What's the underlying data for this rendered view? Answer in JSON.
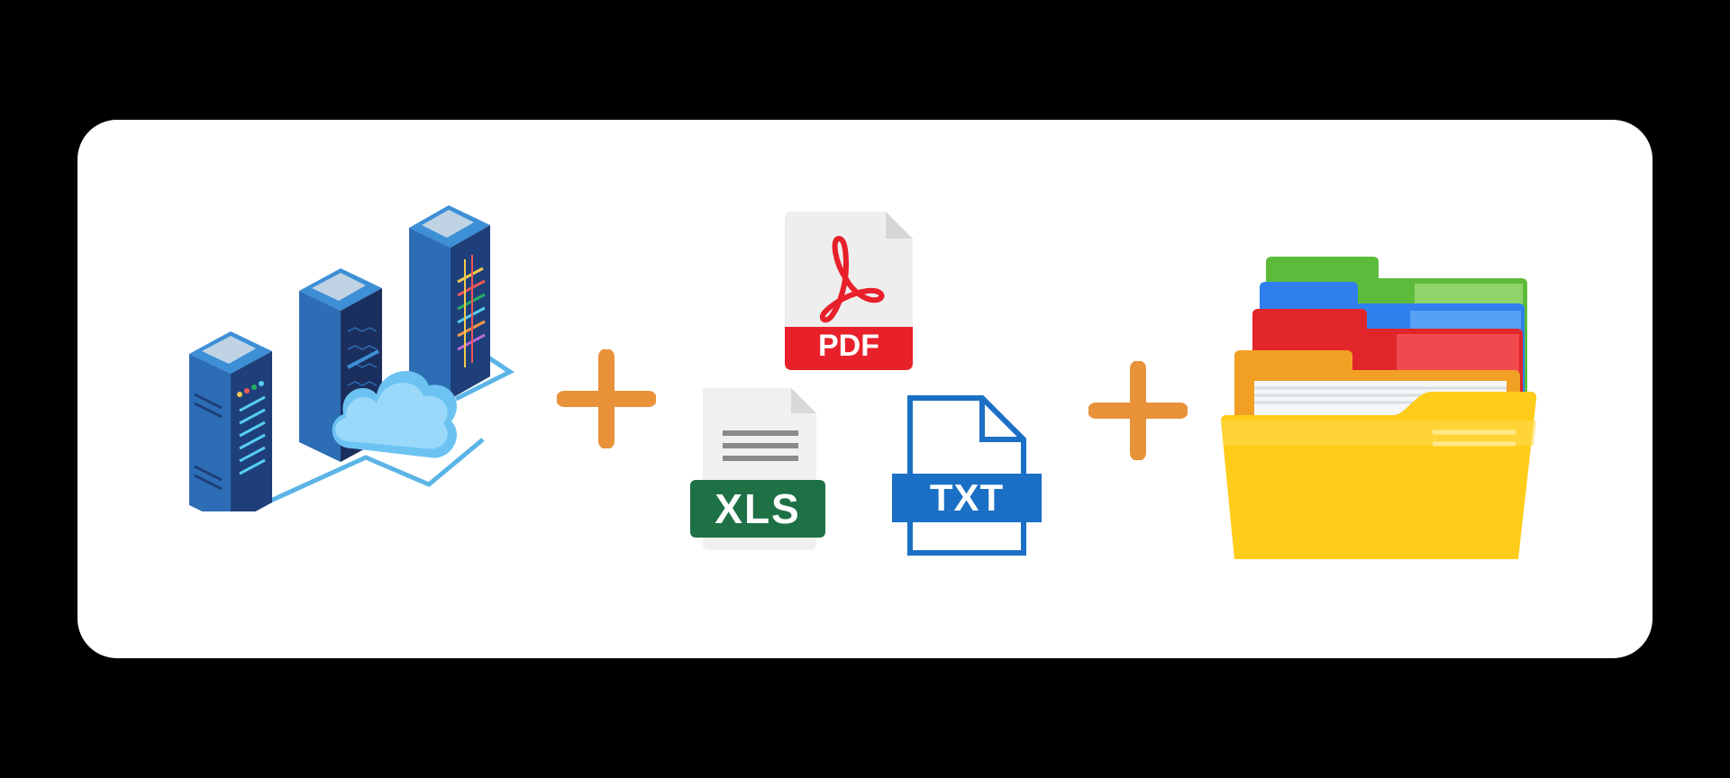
{
  "icons": {
    "servers": "server-rack-cloud-icon",
    "plus_1": "plus-icon",
    "pdf": "pdf-file-icon",
    "xls": "xls-file-icon",
    "txt": "txt-file-icon",
    "plus_2": "plus-icon",
    "folder": "open-folder-icon"
  },
  "files": {
    "pdf_label": "PDF",
    "xls_label": "XLS",
    "txt_label": "TXT"
  },
  "colors": {
    "background": "#000000",
    "card": "#ffffff",
    "plus": "#E8923A",
    "pdf_red": "#E8202A",
    "xls_green": "#1E7145",
    "txt_blue": "#1B6FC4",
    "folder_yellow": "#FFCC1A"
  }
}
